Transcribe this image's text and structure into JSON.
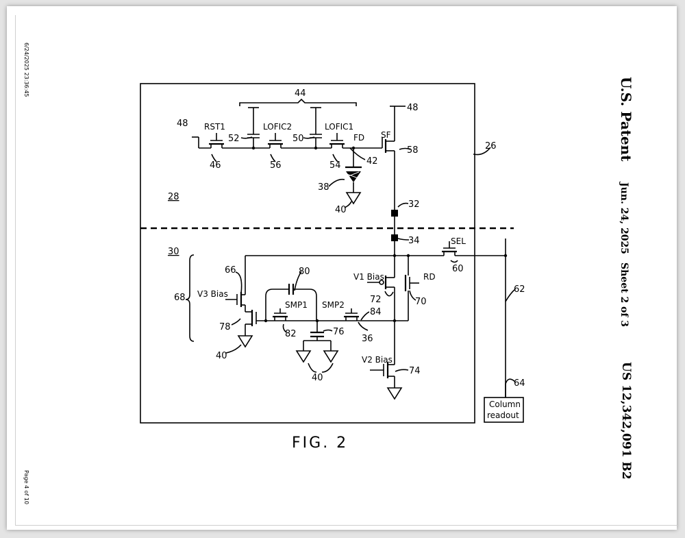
{
  "header": {
    "title": "U.S. Patent",
    "date": "Jun. 24, 2025",
    "sheet": "Sheet 2 of 3",
    "patent_number": "US 12,342,091 B2"
  },
  "margin": {
    "timestamp": "6/24/2025 23:36:45",
    "page": "Page 4 of 10"
  },
  "figure": {
    "caption": "FIG. 2",
    "reference_numerals": {
      "r26": "26",
      "r28": "28",
      "r30": "30",
      "r32": "32",
      "r34": "34",
      "r36": "36",
      "r38": "38",
      "r40a": "40",
      "r40b": "40",
      "r40c": "40",
      "r42": "42",
      "r44": "44",
      "r46": "46",
      "r48a": "48",
      "r48b": "48",
      "r50": "50",
      "r52": "52",
      "r54": "54",
      "r56": "56",
      "r58": "58",
      "r60": "60",
      "r62": "62",
      "r64": "64",
      "r66": "66",
      "r68": "68",
      "r70": "70",
      "r72": "72",
      "r74": "74",
      "r76": "76",
      "r78": "78",
      "r80": "80",
      "r82": "82",
      "r84": "84"
    },
    "signal_labels": {
      "rst1": "RST1",
      "lofic2": "LOFIC2",
      "lofic1": "LOFIC1",
      "fd": "FD",
      "sf": "SF",
      "sel": "SEL",
      "rd": "RD",
      "v1bias": "V1 Bias",
      "v2bias": "V2 Bias",
      "v3bias": "V3 Bias",
      "smp1": "SMP1",
      "smp2": "SMP2"
    },
    "readout_box": {
      "line1": "Column",
      "line2": "readout"
    }
  }
}
